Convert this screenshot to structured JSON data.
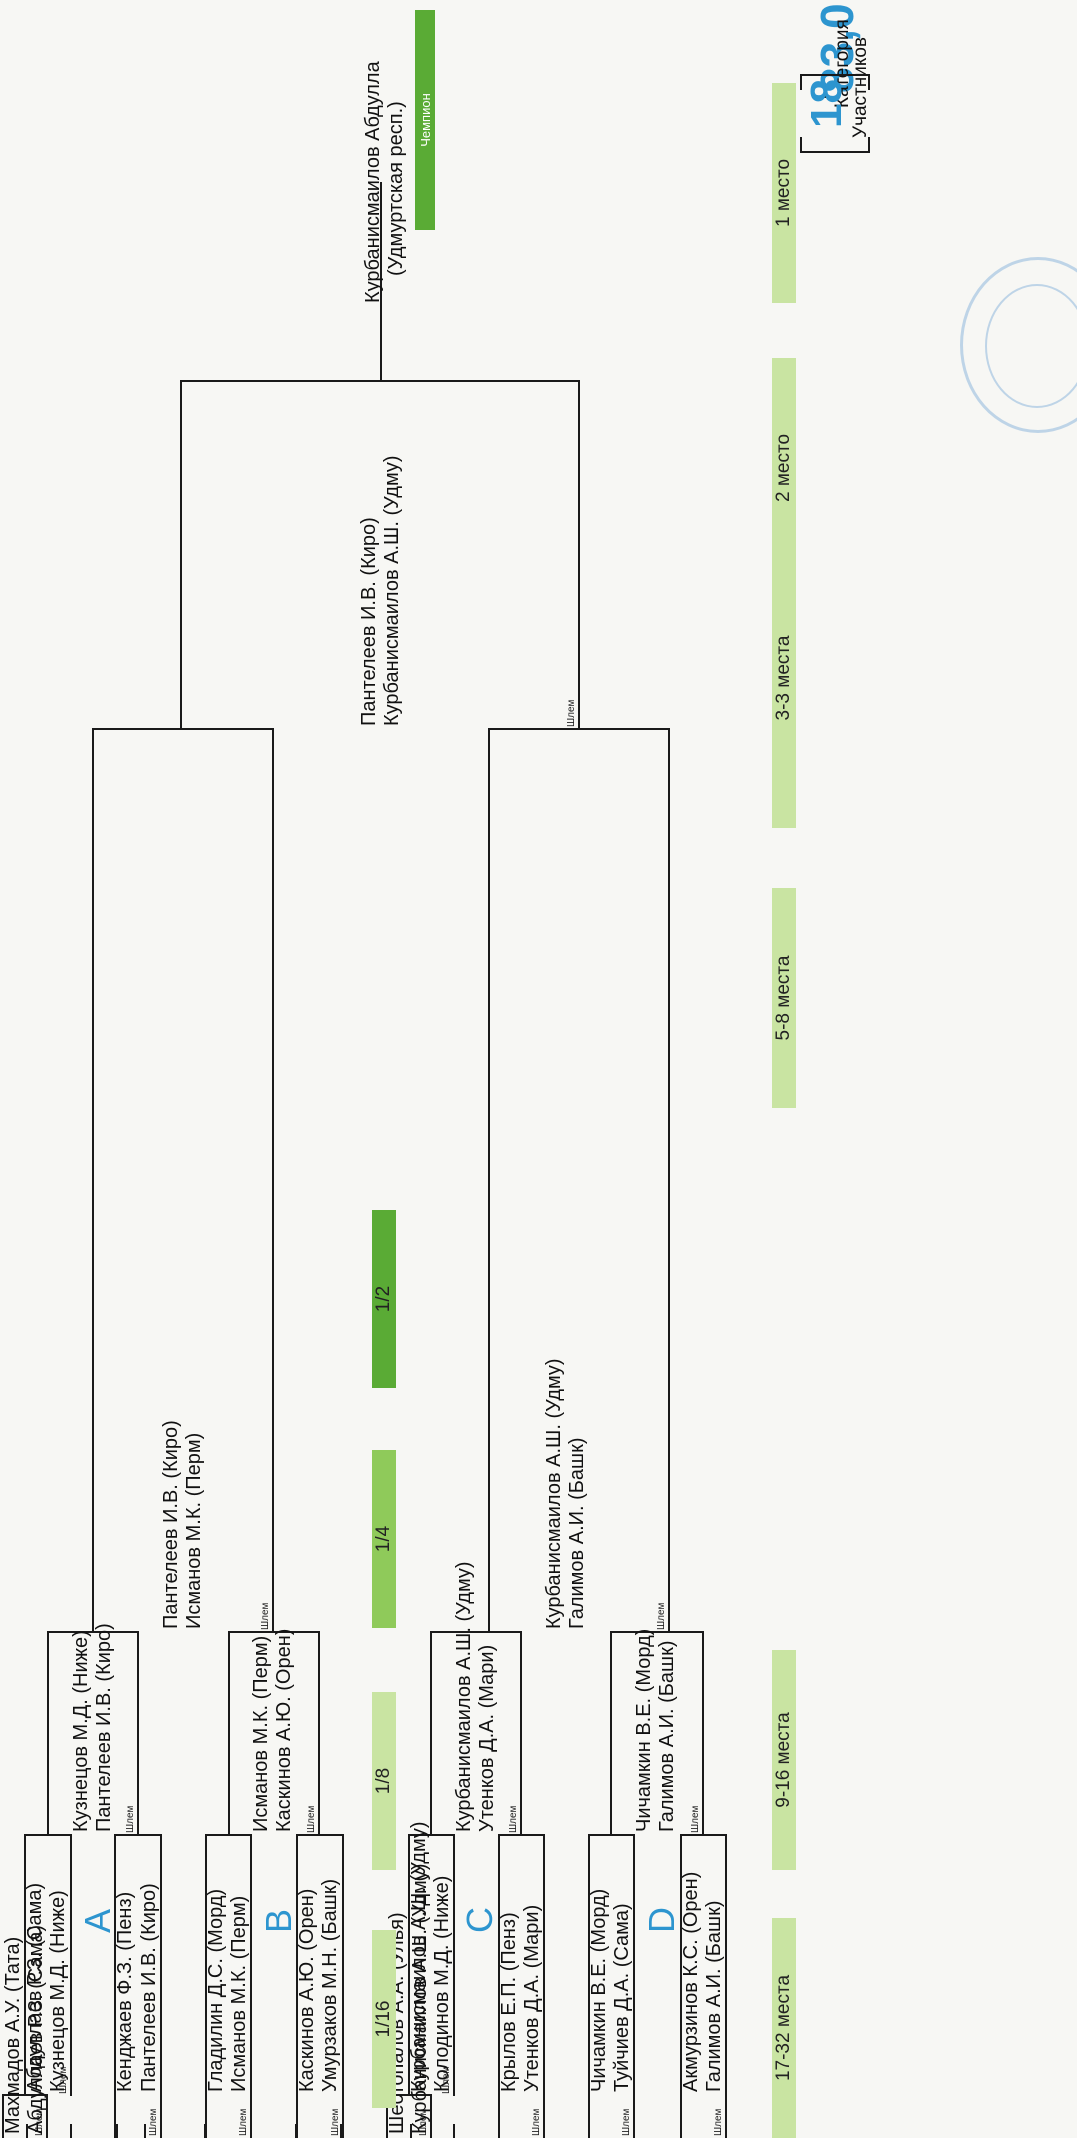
{
  "helmet": "Шлем",
  "category": {
    "value": "83,0",
    "label": "Категория"
  },
  "participants": {
    "value": "18",
    "label": "Участников"
  },
  "champion": {
    "name": "Курбанисмаилов Абдулла",
    "region": "(Удмуртская респ.)",
    "label": "Чемпион"
  },
  "groups": [
    "A",
    "B",
    "C",
    "D"
  ],
  "rounds": {
    "r16": "1/16",
    "r8": "1/8",
    "r4": "1/4",
    "r2": "1/2"
  },
  "places": {
    "p17": "17-32 места",
    "p9": "9-16 места",
    "p5": "5-8 места",
    "p3": "3-3 места",
    "p2": "2 место",
    "p1": "1 место"
  },
  "r16_pairs": [
    [
      "Махмадов А.У. (Тата)",
      "Абдуллаев Р.З. (Сама)"
    ],
    [
      "Шестопалов А.А. (Улья)",
      "Курбанисмаилов А.Ш. (Удму)"
    ]
  ],
  "r8_pairs": [
    [
      "Абдуллаев Р.З. (Сама)",
      "Кузнецов М.Д. (Ниже)"
    ],
    [
      "Кенджаев Ф.З. (Пенз)",
      "Пантелеев И.В. (Киро)"
    ],
    [
      "Гладилин Д.С. (Морд)",
      "Исманов М.К. (Перм)"
    ],
    [
      "Каскинов А.Ю. (Орен)",
      "Умурзаков М.Н. (Башк)"
    ],
    [
      "Курбанисмаилов А.Ш. (Удму)",
      "Колодинов М.Д. (Ниже)"
    ],
    [
      "Крылов Е.П. (Пенз)",
      "Утенков Д.А. (Мари)"
    ],
    [
      "Чичамкин В.Е. (Морд)",
      "Туйчиев Д.А. (Сама)"
    ],
    [
      "Акмурзинов К.С. (Орен)",
      "Галимов А.И. (Башк)"
    ]
  ],
  "qf_pairs": [
    [
      "Кузнецов М.Д. (Ниже)",
      "Пантелеев И.В. (Киро)"
    ],
    [
      "Исманов М.К. (Перм)",
      "Каскинов А.Ю. (Орен)"
    ],
    [
      "Курбанисмаилов А.Ш. (Удму)",
      "Утенков Д.А. (Мари)"
    ],
    [
      "Чичамкин В.Е. (Морд)",
      "Галимов А.И. (Башк)"
    ]
  ],
  "sf_pairs": [
    [
      "Пантелеев И.В. (Киро)",
      "Исманов М.К. (Перм)"
    ],
    [
      "Курбанисмаилов А.Ш. (Удму)",
      "Галимов А.И. (Башк)"
    ]
  ],
  "final_pair": [
    "Пантелеев И.В. (Киро)",
    "Курбанисмаилов А.Ш. (Удму)"
  ]
}
